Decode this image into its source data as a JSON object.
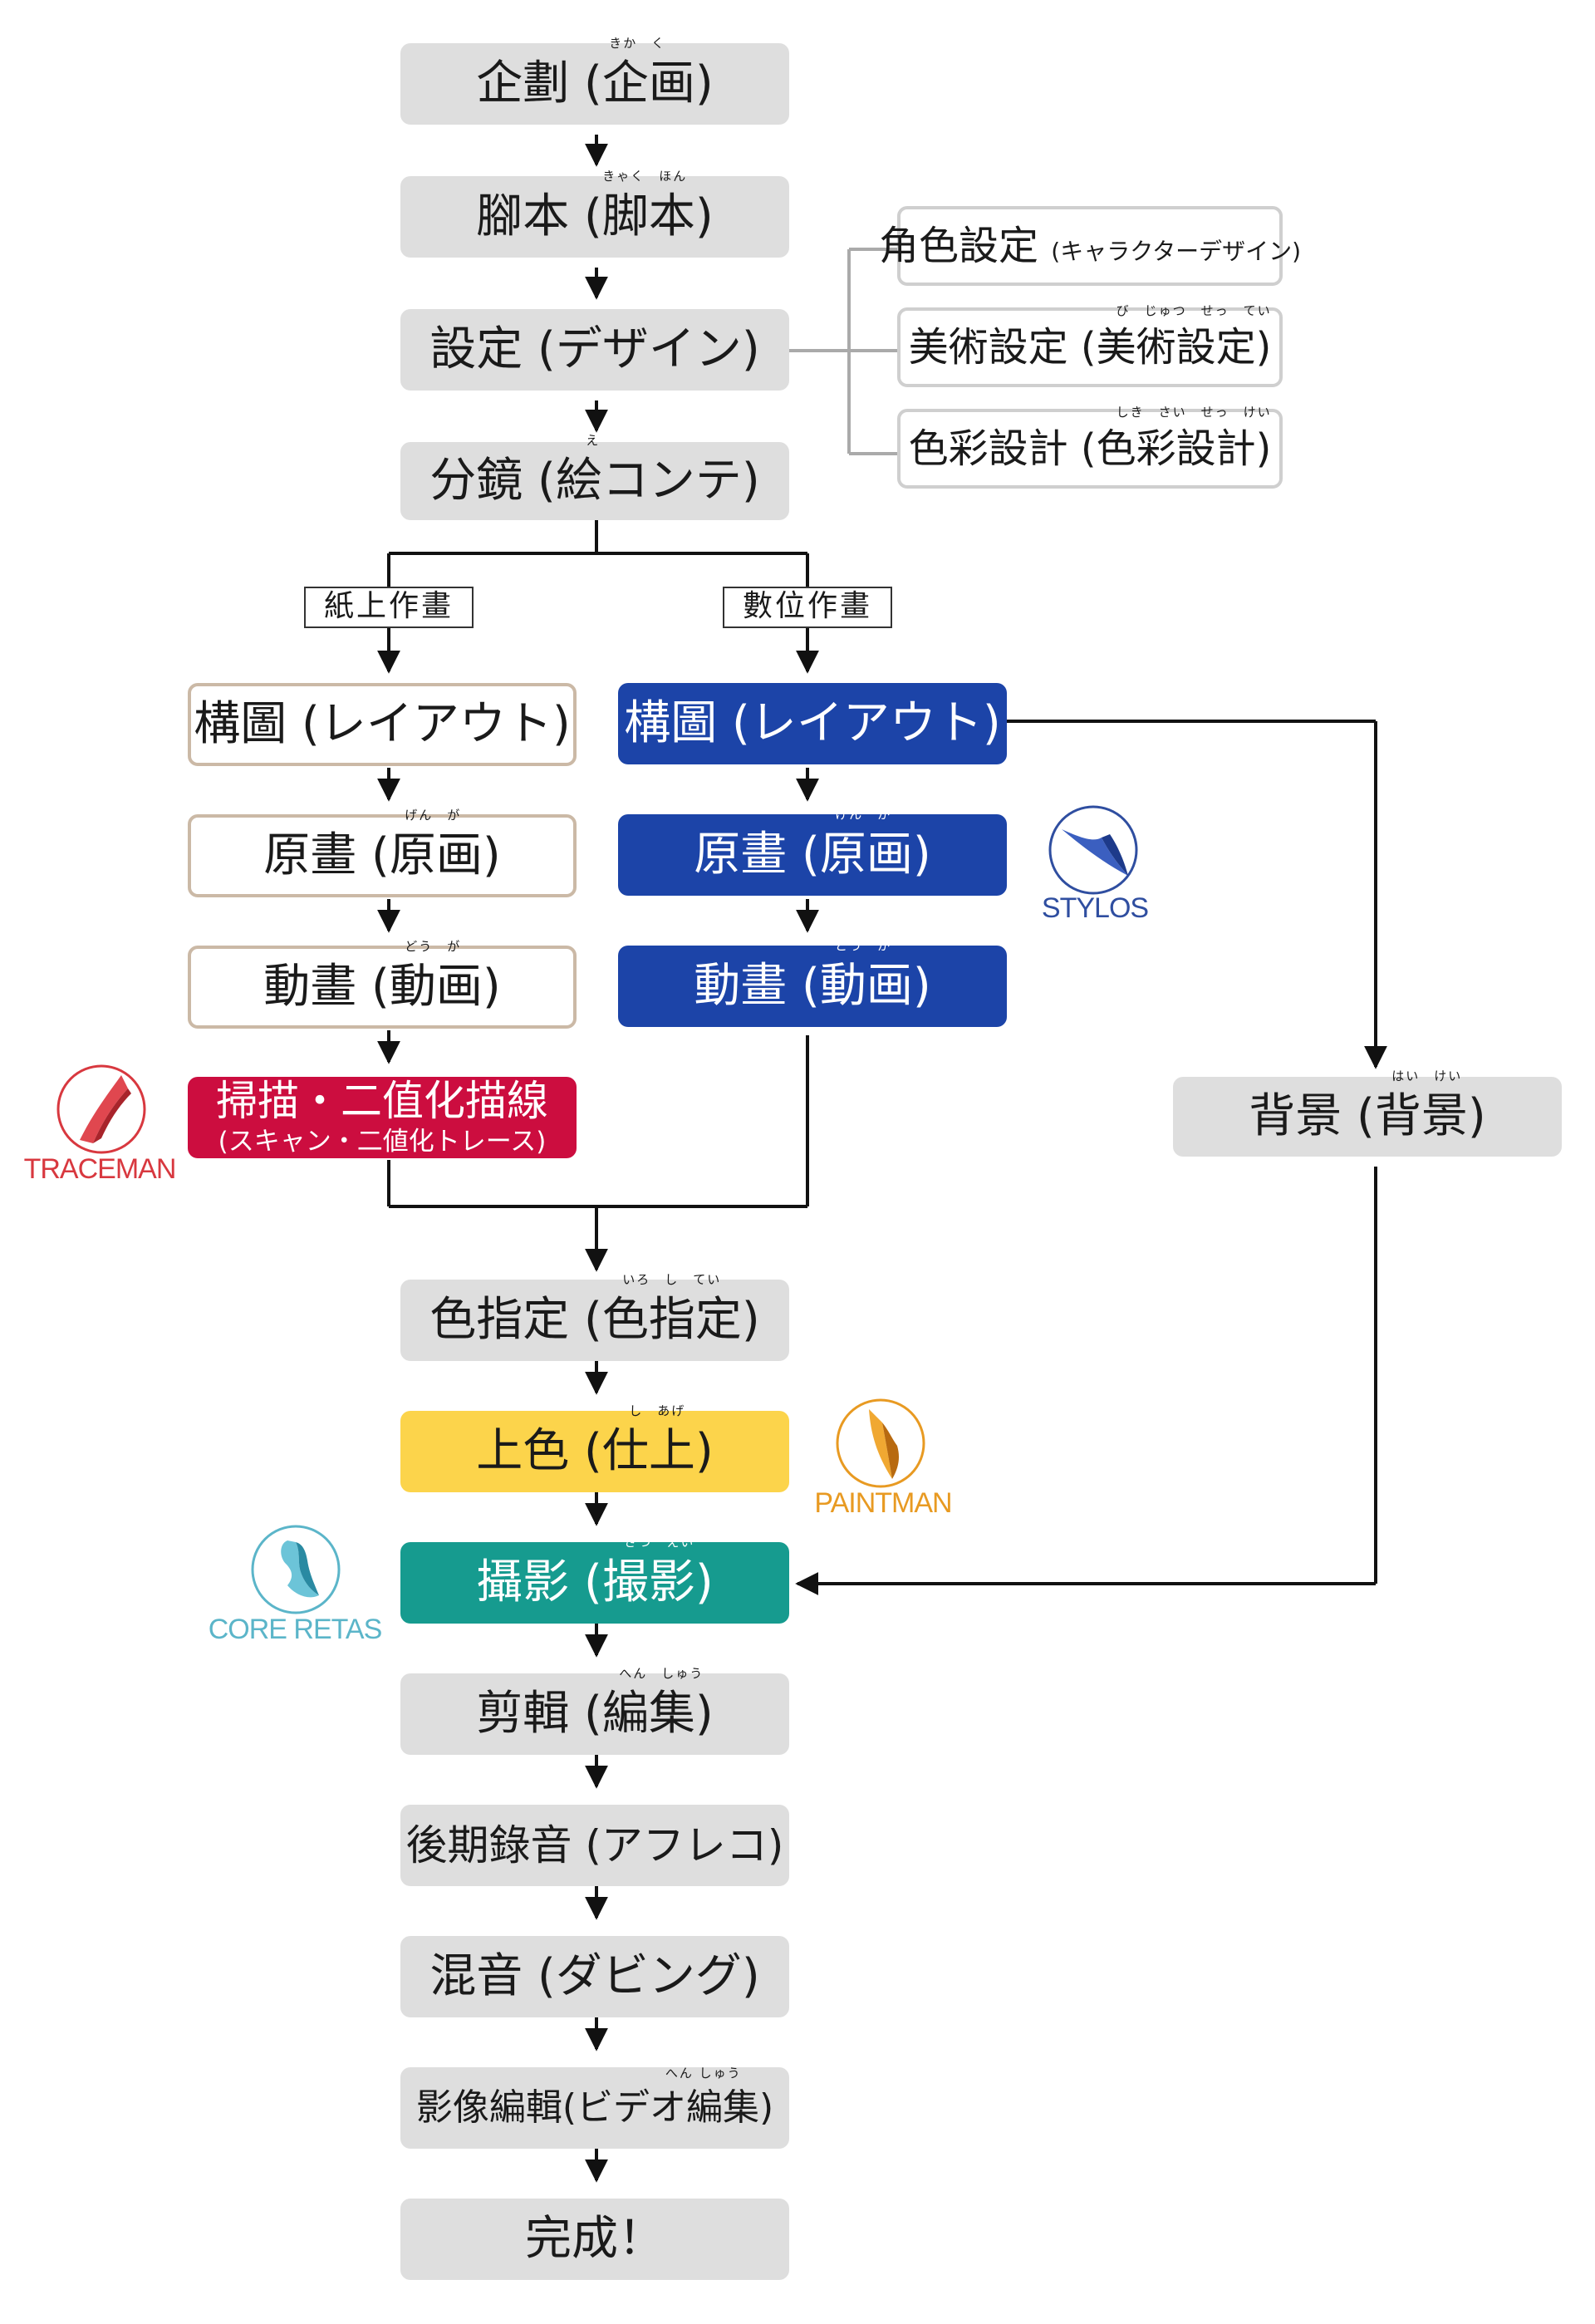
{
  "steps": {
    "kikaku": {
      "label": "企劃 (企画)",
      "ruby": "きか　く"
    },
    "kyakuhon": {
      "label": "腳本 (脚本)",
      "ruby": "きゃく　ほん"
    },
    "settei": {
      "label": "設定 (デザイン)"
    },
    "bunkyou": {
      "label": "分鏡 (絵コンテ)",
      "ruby": "え"
    },
    "iroshitei": {
      "label": "色指定 (色指定)",
      "ruby": "いろ　し　てい"
    },
    "joushoku": {
      "label": "上色 (仕上)",
      "ruby": "し　あげ"
    },
    "satsuei": {
      "label": "攝影 (撮影)",
      "ruby": "さつ　えい"
    },
    "henshuu": {
      "label": "剪輯 (編集)",
      "ruby": "へん　しゅう"
    },
    "afureko": {
      "label": "後期錄音 (アフレコ)"
    },
    "dubbing": {
      "label": "混音 (ダビング)"
    },
    "video": {
      "label": "影像編輯(ビデオ編集)",
      "ruby": "へん しゅう"
    },
    "kansei": {
      "label": "完成！"
    }
  },
  "design_items": {
    "character": {
      "label": "角色設定 ",
      "suffix": "(キャラクターデザイン)"
    },
    "art": {
      "label": "美術設定 (美術設定)",
      "ruby": "び　じゅつ　せっ　てい"
    },
    "color": {
      "label": "色彩設計 (色彩設計)",
      "ruby": "しき　さい　せっ　けい"
    }
  },
  "branches": {
    "paper": "紙上作畫",
    "digital": "數位作畫"
  },
  "paper": {
    "layout": {
      "label": "構圖 (レイアウト)"
    },
    "genga": {
      "label": "原畫 (原画)",
      "ruby": "げん　が"
    },
    "douga": {
      "label": "動畫 (動画)",
      "ruby": "どう　が"
    },
    "scan": {
      "label": "掃描・二值化描線",
      "sub": "(スキャン・二値化トレース)"
    }
  },
  "digital": {
    "layout": {
      "label": "構圖 (レイアウト)"
    },
    "genga": {
      "label": "原畫 (原画)",
      "ruby": "げん　が"
    },
    "douga": {
      "label": "動畫 (動画)",
      "ruby": "どう　が"
    }
  },
  "background": {
    "label": "背景 (背景)",
    "ruby": "はい　けい"
  },
  "logos": {
    "stylos": {
      "name": "STYLOS",
      "color": "#2f4ea0"
    },
    "traceman": {
      "name": "TRACEMAN",
      "color": "#d8383f"
    },
    "paintman": {
      "name": "PAINTMAN",
      "color": "#e89a22"
    },
    "coreretas": {
      "name": "CORE RETAS",
      "color": "#5bb5c9"
    }
  },
  "colors": {
    "gray_box": "#dedede",
    "blue_box": "#1c44a8",
    "red_box": "#cc0d3f",
    "yellow_box": "#fcd44b",
    "teal_box": "#169b8f",
    "paper_border": "#cbb9a6"
  }
}
